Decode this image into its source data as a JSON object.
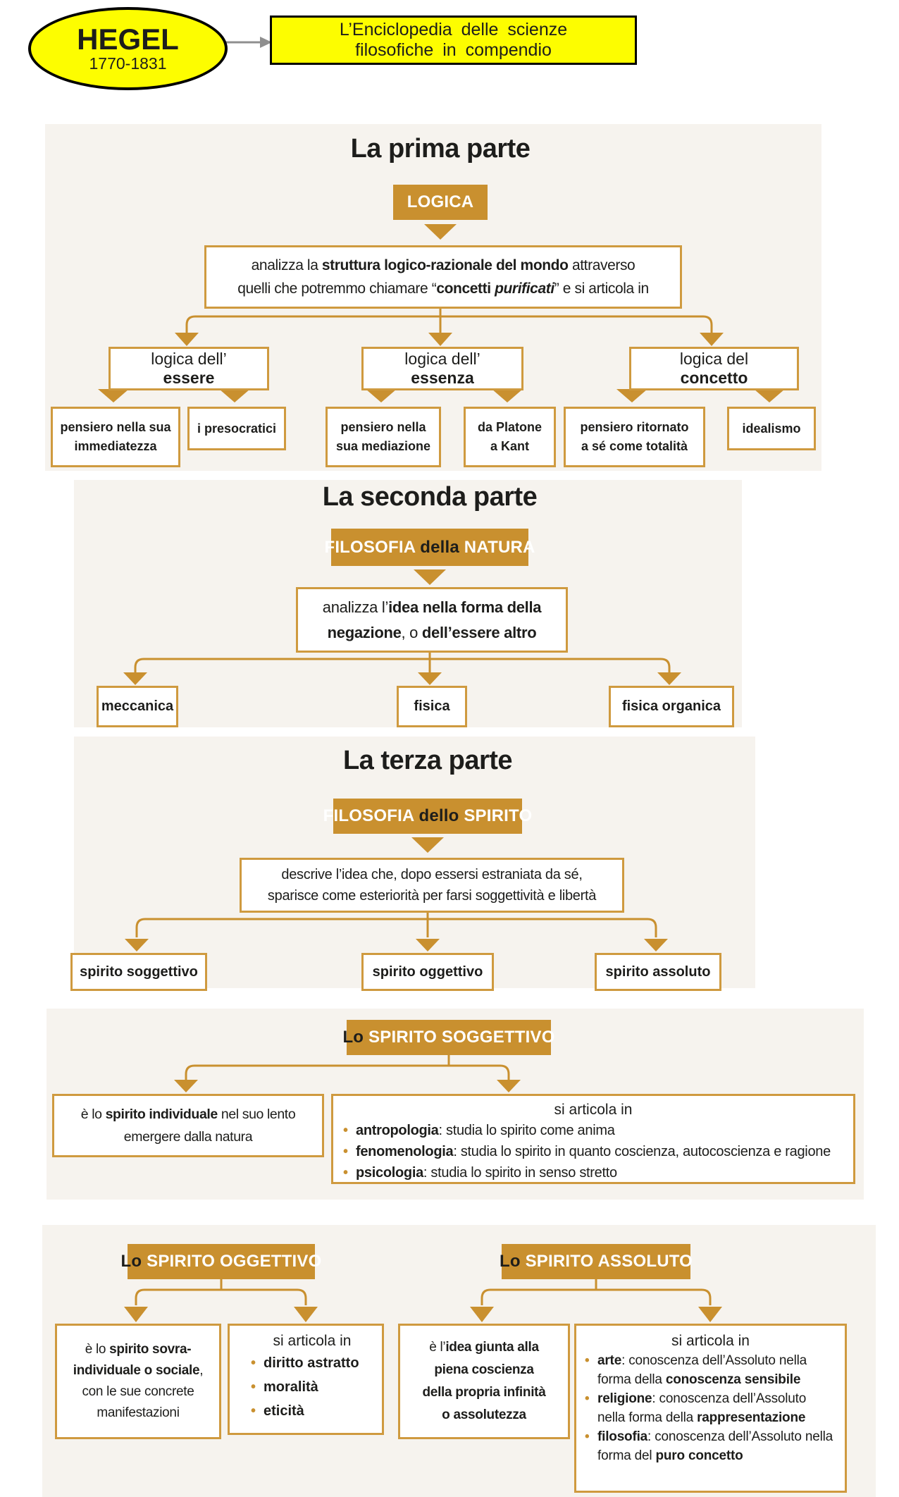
{
  "header": {
    "name": "HEGEL",
    "years": "1770-1831",
    "work": [
      [
        "L’Enciclopedia delle scienze"
      ],
      [
        "filosofiche in compendio"
      ]
    ]
  },
  "colors": {
    "gold": "#c9902f",
    "gold_border": "#cf9a3f",
    "panel_bg": "#f6f3ee",
    "yellow": "#fdfd00",
    "text": "#1d1d1b",
    "gray_arrow": "#8f8f8f"
  },
  "part1": {
    "title": "La prima parte",
    "head": [
      {
        "t": "LOGICA",
        "f": "w"
      }
    ],
    "desc": [
      [
        "analizza la ",
        {
          "t": "struttura logico-razionale del mondo",
          "f": "b"
        },
        " attraverso"
      ],
      [
        "quelli che potremmo chiamare “",
        {
          "t": "concetti ",
          "f": "b"
        },
        {
          "t": "purificati",
          "f": "bi"
        },
        "” e si articola in"
      ]
    ],
    "level2": [
      [
        "logica dell’",
        {
          "t": "essere",
          "f": "b"
        }
      ],
      [
        "logica dell’",
        {
          "t": "essenza",
          "f": "b"
        }
      ],
      [
        "logica del ",
        {
          "t": "concetto",
          "f": "b"
        }
      ]
    ],
    "level3": [
      [
        [
          {
            "t": "pensiero nella sua",
            "f": "b"
          }
        ],
        [
          {
            "t": "immediatezza",
            "f": "b"
          }
        ]
      ],
      [
        [
          {
            "t": "i presocratici",
            "f": "b"
          }
        ]
      ],
      [
        [
          {
            "t": "pensiero nella",
            "f": "b"
          }
        ],
        [
          {
            "t": "sua mediazione",
            "f": "b"
          }
        ]
      ],
      [
        [
          {
            "t": "da Platone",
            "f": "b"
          }
        ],
        [
          {
            "t": "a Kant",
            "f": "b"
          }
        ]
      ],
      [
        [
          {
            "t": "pensiero ritornato",
            "f": "b"
          }
        ],
        [
          {
            "t": "a sé come totalità",
            "f": "b"
          }
        ]
      ],
      [
        [
          {
            "t": "idealismo",
            "f": "b"
          }
        ]
      ]
    ]
  },
  "part2": {
    "title": "La seconda parte",
    "head": [
      {
        "t": "FILOSOFIA ",
        "f": "w"
      },
      {
        "t": "della",
        "f": "k"
      },
      {
        "t": " NATURA",
        "f": "w"
      }
    ],
    "desc": [
      [
        "analizza l’",
        {
          "t": "idea nella forma della",
          "f": "b"
        }
      ],
      [
        {
          "t": "negazione",
          "f": "b"
        },
        ", o ",
        {
          "t": "dell’essere altro",
          "f": "b"
        }
      ]
    ],
    "leaves": [
      [
        [
          {
            "t": "meccanica",
            "f": "b"
          }
        ]
      ],
      [
        [
          {
            "t": "fisica",
            "f": "b"
          }
        ]
      ],
      [
        [
          {
            "t": "fisica organica",
            "f": "b"
          }
        ]
      ]
    ]
  },
  "part3": {
    "title": "La terza parte",
    "head": [
      {
        "t": "FILOSOFIA ",
        "f": "w"
      },
      {
        "t": "dello",
        "f": "k"
      },
      {
        "t": " SPIRITO",
        "f": "w"
      }
    ],
    "desc": [
      [
        "descrive l’idea che, dopo essersi estraniata da sé,"
      ],
      [
        "sparisce come esteriorità per farsi soggettività e libertà"
      ]
    ],
    "leaves": [
      [
        [
          {
            "t": "spirito soggettivo",
            "f": "b"
          }
        ]
      ],
      [
        [
          {
            "t": "spirito oggettivo",
            "f": "b"
          }
        ]
      ],
      [
        [
          {
            "t": "spirito assoluto",
            "f": "b"
          }
        ]
      ]
    ]
  },
  "soggettivo": {
    "head": [
      {
        "t": "Lo ",
        "f": "k"
      },
      {
        "t": "SPIRITO SOGGETTIVO",
        "f": "w"
      }
    ],
    "left": [
      [
        "è lo ",
        {
          "t": "spirito individuale",
          "f": "b"
        },
        " nel suo lento"
      ],
      [
        "emergere dalla natura"
      ]
    ],
    "right_title": "si articola in",
    "right_bullets": [
      [
        {
          "t": "antropologia",
          "f": "b"
        },
        ": studia lo spirito come anima"
      ],
      [
        {
          "t": "fenomenologia",
          "f": "b"
        },
        ": studia lo spirito in quanto coscienza, autocoscienza e ragione"
      ],
      [
        {
          "t": "psicologia",
          "f": "b"
        },
        ": studia lo spirito in senso stretto"
      ]
    ]
  },
  "oggettivo": {
    "head": [
      {
        "t": "Lo ",
        "f": "k"
      },
      {
        "t": "SPIRITO OGGETTIVO",
        "f": "w"
      }
    ],
    "left": [
      [
        "è lo ",
        {
          "t": "spirito sovra-",
          "f": "b"
        }
      ],
      [
        {
          "t": "individuale o sociale",
          "f": "b"
        },
        ","
      ],
      [
        "con le sue concrete"
      ],
      [
        "manifestazioni"
      ]
    ],
    "right_title": "si articola in",
    "right_bullets": [
      [
        {
          "t": "diritto astratto",
          "f": "b"
        }
      ],
      [
        {
          "t": "moralità",
          "f": "b"
        }
      ],
      [
        {
          "t": "eticità",
          "f": "b"
        }
      ]
    ]
  },
  "assoluto": {
    "head": [
      {
        "t": "Lo ",
        "f": "k"
      },
      {
        "t": "SPIRITO ASSOLUTO",
        "f": "w"
      }
    ],
    "left": [
      [
        "è l’",
        {
          "t": "idea giunta alla",
          "f": "b"
        }
      ],
      [
        {
          "t": "piena coscienza",
          "f": "b"
        }
      ],
      [
        {
          "t": "della propria infinità",
          "f": "b"
        }
      ],
      [
        {
          "t": "o assolutezza",
          "f": "b"
        }
      ]
    ],
    "right_title": "si articola in",
    "right_bullets": [
      [
        {
          "t": "arte",
          "f": "b"
        },
        ": conoscenza dell’Assoluto nella forma della ",
        {
          "t": "conoscenza sensibile",
          "f": "b"
        }
      ],
      [
        {
          "t": "religione",
          "f": "b"
        },
        ": conoscenza dell’Assoluto nella forma della ",
        {
          "t": "rappresentazione",
          "f": "b"
        }
      ],
      [
        {
          "t": "filosofia",
          "f": "b"
        },
        ": conoscenza dell’Assoluto nella forma del ",
        {
          "t": "puro concetto",
          "f": "b"
        }
      ]
    ]
  }
}
